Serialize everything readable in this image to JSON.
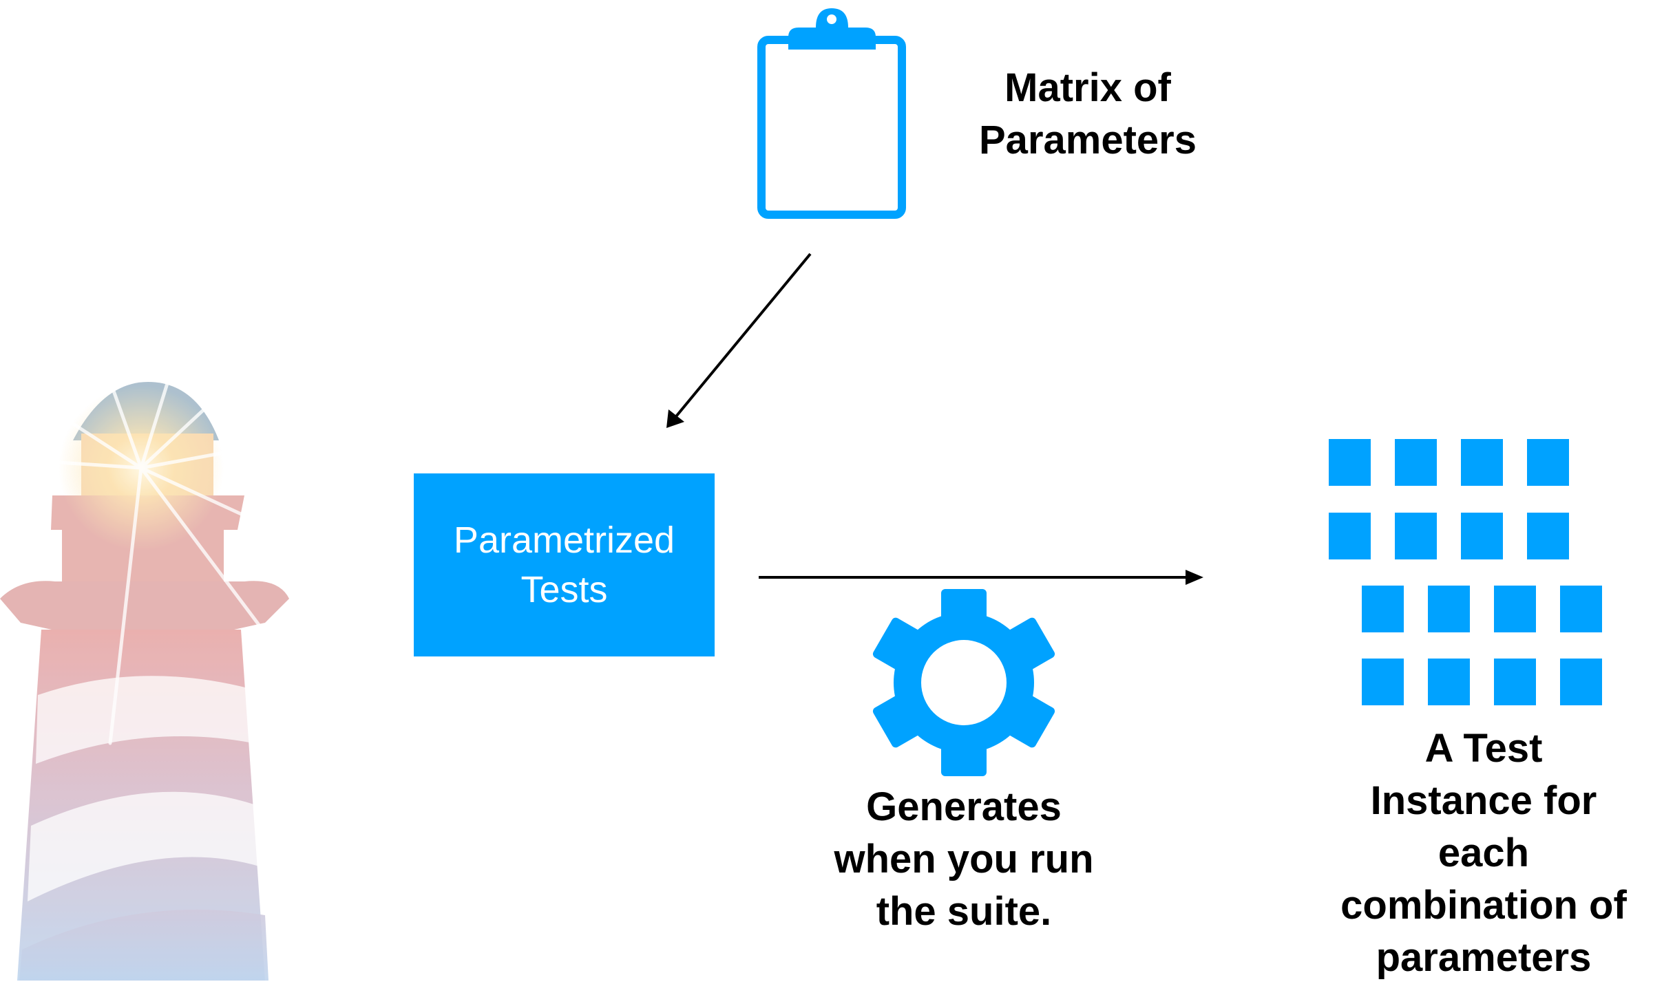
{
  "nodes": {
    "matrix": {
      "lines": [
        "Matrix of",
        "Parameters"
      ],
      "icon": "clipboard-icon"
    },
    "tests": {
      "lines": [
        "Parametrized",
        "Tests"
      ]
    },
    "generates": {
      "lines": [
        "Generates",
        "when you run",
        "the suite."
      ],
      "icon": "gear-icon"
    },
    "instances": {
      "lines": [
        "A Test",
        "Instance for",
        "each",
        "combination of",
        "parameters"
      ],
      "icon": "grid-of-squares-icon"
    }
  },
  "edges": [
    {
      "from": "matrix",
      "to": "tests"
    },
    {
      "from": "tests",
      "to": "instances"
    }
  ],
  "colors": {
    "accent": "#00a2ff",
    "text": "#000000",
    "box_text": "#ffffff"
  },
  "background_logo": "lighthouse-logo"
}
